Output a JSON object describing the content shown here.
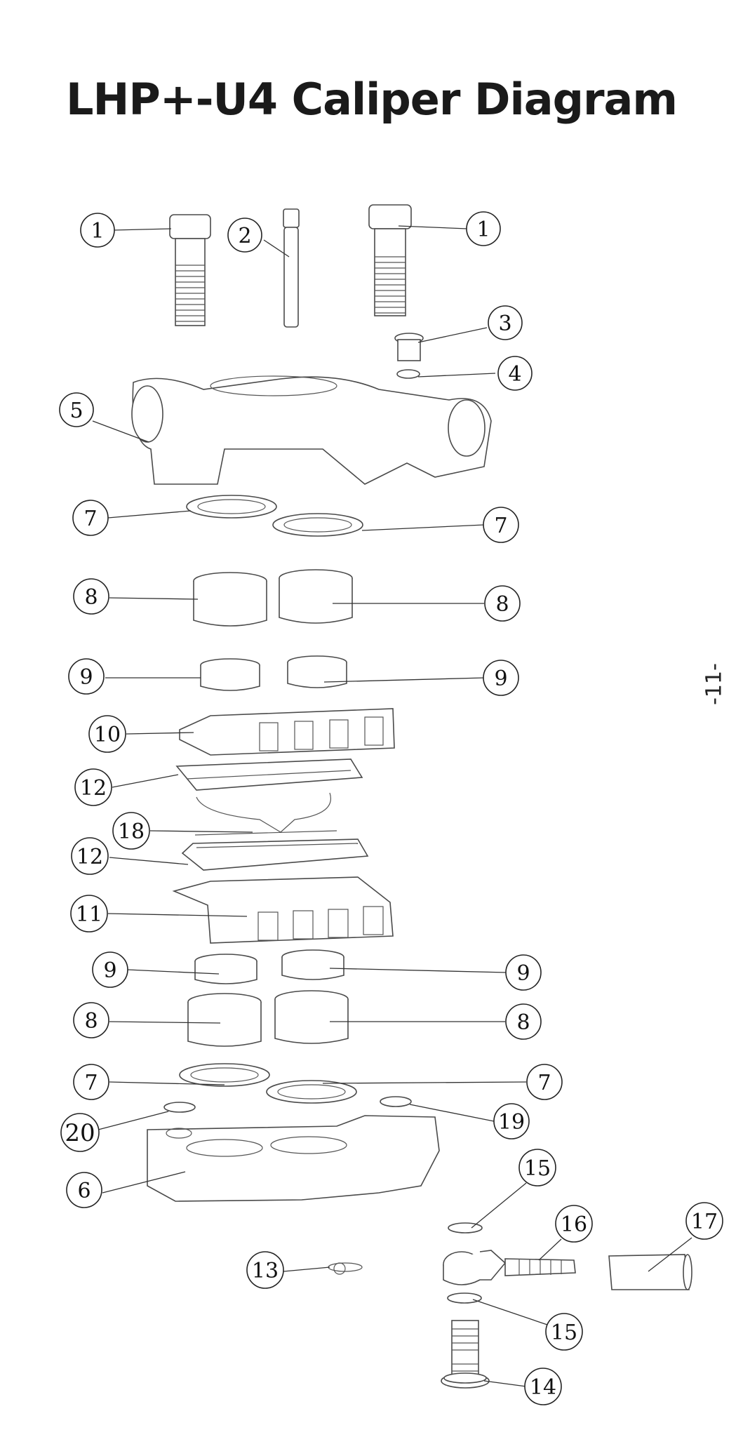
{
  "title": "LHP+-U4 Caliper Diagram",
  "page_number": "-11-",
  "callouts": [
    {
      "id": "c1a",
      "label": "1"
    },
    {
      "id": "c2",
      "label": "2"
    },
    {
      "id": "c1b",
      "label": "1"
    },
    {
      "id": "c3",
      "label": "3"
    },
    {
      "id": "c4",
      "label": "4"
    },
    {
      "id": "c5",
      "label": "5"
    },
    {
      "id": "c7a",
      "label": "7"
    },
    {
      "id": "c7b",
      "label": "7"
    },
    {
      "id": "c8a",
      "label": "8"
    },
    {
      "id": "c8b",
      "label": "8"
    },
    {
      "id": "c9a",
      "label": "9"
    },
    {
      "id": "c9b",
      "label": "9"
    },
    {
      "id": "c10",
      "label": "10"
    },
    {
      "id": "c12a",
      "label": "12"
    },
    {
      "id": "c18",
      "label": "18"
    },
    {
      "id": "c12b",
      "label": "12"
    },
    {
      "id": "c11",
      "label": "11"
    },
    {
      "id": "c9c",
      "label": "9"
    },
    {
      "id": "c9d",
      "label": "9"
    },
    {
      "id": "c8c",
      "label": "8"
    },
    {
      "id": "c8d",
      "label": "8"
    },
    {
      "id": "c7c",
      "label": "7"
    },
    {
      "id": "c7d",
      "label": "7"
    },
    {
      "id": "c20",
      "label": "20"
    },
    {
      "id": "c19",
      "label": "19"
    },
    {
      "id": "c6",
      "label": "6"
    },
    {
      "id": "c15a",
      "label": "15"
    },
    {
      "id": "c16",
      "label": "16"
    },
    {
      "id": "c17",
      "label": "17"
    },
    {
      "id": "c13",
      "label": "13"
    },
    {
      "id": "c15b",
      "label": "15"
    },
    {
      "id": "c14",
      "label": "14"
    }
  ]
}
